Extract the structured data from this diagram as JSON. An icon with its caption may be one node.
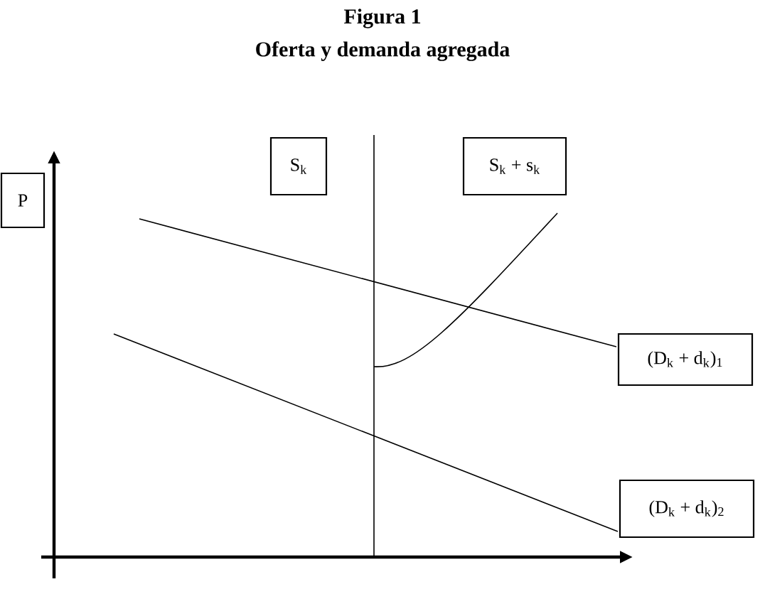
{
  "diagram": {
    "title": "Figura 1",
    "caption": "Oferta y demanda agregada",
    "nodes": [
      {
        "text": [
          "P"
        ]
      },
      {
        "text": [
          "S$_{k}$"
        ]
      },
      {
        "text": [
          "S$_{k}$ + s$_{k}$"
        ]
      },
      {
        "text": [
          "(D$_{k}$ + d$_{k}$)$_{1}$"
        ]
      },
      {
        "text": [
          "(D$_{k}$ + d$_{k}$)$_{2}$"
        ]
      }
    ],
    "edges": [
      {
        "from": null,
        "to": 3,
        "arrow": "none"
      },
      {
        "from": null,
        "to": 4,
        "arrow": "none"
      }
    ]
  }
}
